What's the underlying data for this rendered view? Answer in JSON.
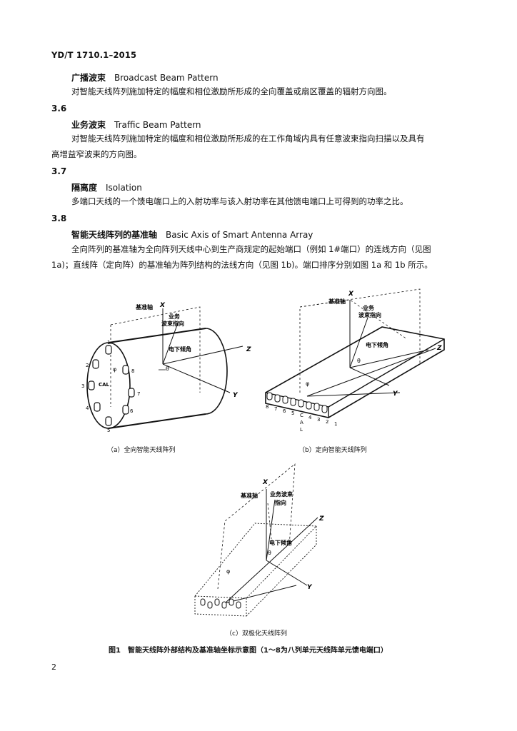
{
  "header": {
    "code": "YD/T 1710.1–2015"
  },
  "sections": [
    {
      "num": "",
      "term_cn": "广播波束",
      "term_en": "Broadcast Beam Pattern",
      "def": "对智能天线阵列施加特定的幅度和相位激励所形成的全向覆盖或扇区覆盖的辐射方向图。"
    },
    {
      "num": "3.6",
      "term_cn": "业务波束",
      "term_en": "Traffic Beam Pattern",
      "def1": "对智能天线阵列施加特定的幅度和相位激励所形成的在工作角域内具有任意波束指向扫描以及具有",
      "def2": "高增益窄波束的方向图。"
    },
    {
      "num": "3.7",
      "term_cn": "隔离度",
      "term_en": "Isolation",
      "def": "多端口天线的一个馈电端口上的入射功率与该入射功率在其他馈电端口上可得到的功率之比。"
    },
    {
      "num": "3.8",
      "term_cn": "智能天线阵列的基准轴",
      "term_en": "Basic Axis of Smart Antenna Array",
      "def1": "全向阵列的基准轴为全向阵列天线中心到生产商规定的起始端口（例如 1#端口）的连线方向（见图",
      "def2": "1a)；直线阵（定向阵）的基准轴为阵列结构的法线方向（见图 1b)。端口排序分别如图 1a 和 1b 所示。"
    }
  ],
  "figures": {
    "a": {
      "caption": "（a）全向智能天线阵列",
      "ref_axis": "基准轴",
      "beam1": "业务",
      "beam2": "波束指向",
      "tilt": "电下倾角",
      "x": "X",
      "y": "Y",
      "z": "Z",
      "cal": "CAL",
      "theta": "θ",
      "phi": "φ",
      "ports": [
        "1",
        "2",
        "3",
        "4",
        "5",
        "6",
        "7",
        "8"
      ]
    },
    "b": {
      "caption": "（b）定向智能天线阵列",
      "ref_axis": "基准轴",
      "beam1": "业务",
      "beam2": "波束指向",
      "tilt": "电下倾角",
      "x": "X",
      "y": "Y",
      "z": "Z",
      "theta": "θ",
      "phi": "φ",
      "ports": [
        "8",
        "7",
        "6",
        "5",
        "C",
        "4",
        "3",
        "2",
        "1"
      ],
      "cal_chars": [
        "A",
        "L"
      ]
    },
    "c": {
      "caption": "（c）双极化天线阵列",
      "ref_axis": "基准轴",
      "beam1": "业务波束",
      "beam2": "指向",
      "tilt": "电下倾角",
      "x": "X",
      "y": "Y",
      "z": "Z",
      "theta": "θ",
      "phi": "φ"
    },
    "title": "图1　智能天线阵外部结构及基准轴坐标示意图（1～8为八列单元天线阵单元馈电端口）"
  },
  "page_number": "2"
}
